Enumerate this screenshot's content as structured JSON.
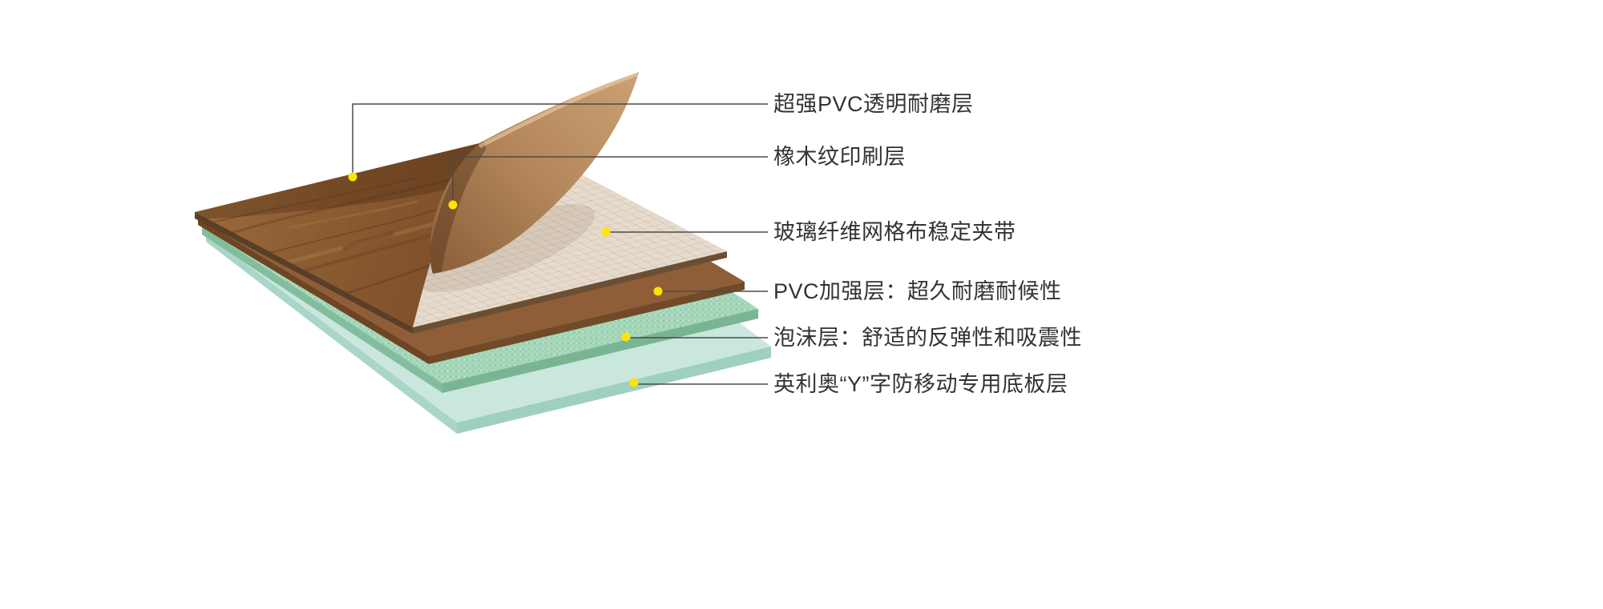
{
  "diagram": {
    "type": "layered-flooring-structure",
    "labels": [
      {
        "id": "wear-layer",
        "text": "超强PVC透明耐磨层"
      },
      {
        "id": "print-layer",
        "text": "橡木纹印刷层"
      },
      {
        "id": "fiberglass-layer",
        "text": "玻璃纤维网格布稳定夹带"
      },
      {
        "id": "pvc-reinforce-layer",
        "text": "PVC加强层：超久耐磨耐候性"
      },
      {
        "id": "foam-layer",
        "text": "泡沫层：舒适的反弹性和吸震性"
      },
      {
        "id": "base-layer",
        "text": "英利奥“Y”字防移动专用底板层"
      }
    ],
    "marker_color": "#ffe400",
    "leader_line_color": "#4a4a4a",
    "text_color": "#333333",
    "layer_colors": {
      "wear_sheet": "#b4875a",
      "wood_print": "#8a5a30",
      "fiberglass_mesh": "#e4d9cb",
      "pvc_reinforce": "#8f5e38",
      "foam": "#a6d7ba",
      "base": "#c9e7dc"
    }
  }
}
